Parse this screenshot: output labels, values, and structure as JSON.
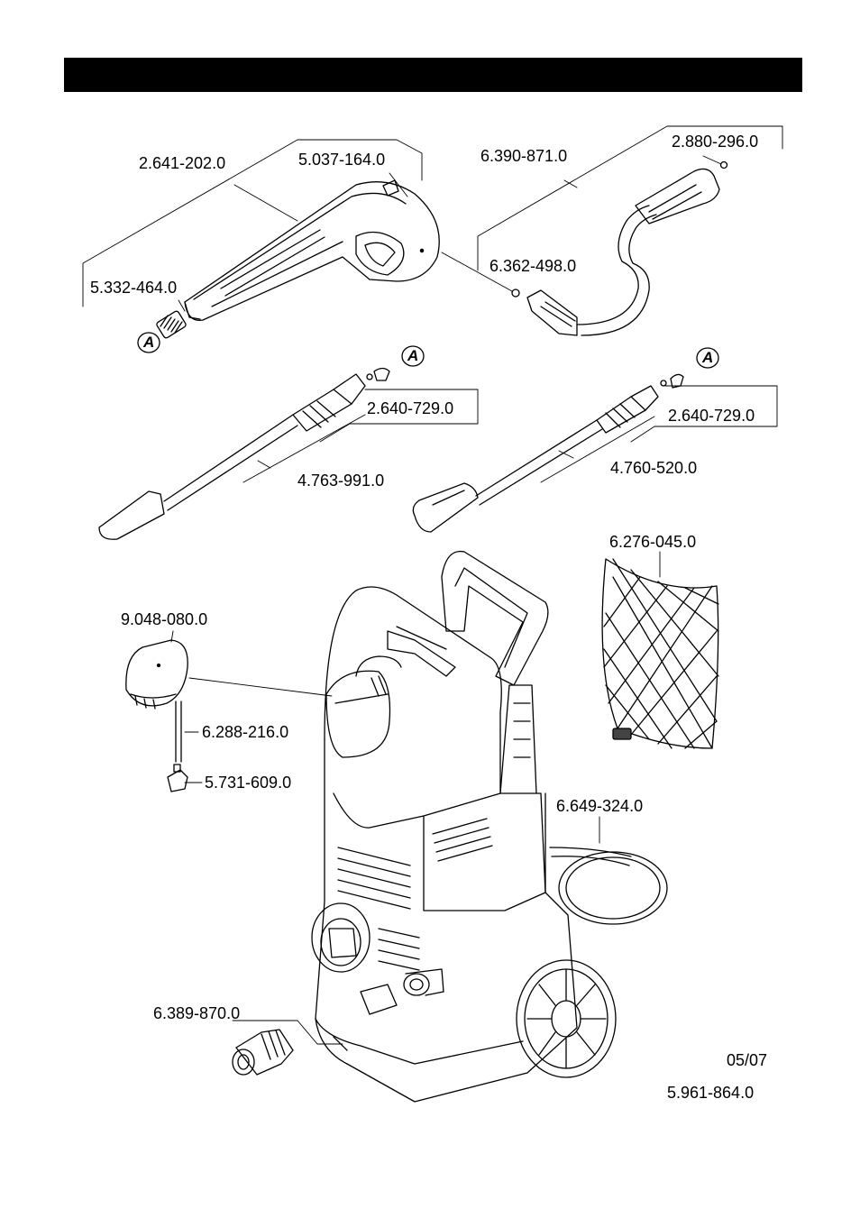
{
  "colors": {
    "ink": "#000000",
    "paper": "#ffffff"
  },
  "parts": [
    {
      "id": "2.641-202.0"
    },
    {
      "id": "5.037-164.0"
    },
    {
      "id": "6.390-871.0"
    },
    {
      "id": "2.880-296.0"
    },
    {
      "id": "6.362-498.0"
    },
    {
      "id": "5.332-464.0"
    },
    {
      "id": "2.640-729.0"
    },
    {
      "id": "4.763-991.0"
    },
    {
      "id": "2.640-729.0"
    },
    {
      "id": "4.760-520.0"
    },
    {
      "id": "6.276-045.0"
    },
    {
      "id": "9.048-080.0"
    },
    {
      "id": "6.288-216.0"
    },
    {
      "id": "5.731-609.0"
    },
    {
      "id": "6.649-324.0"
    },
    {
      "id": "6.389-870.0"
    }
  ],
  "detail_marker": "A",
  "footer": {
    "date": "05/07",
    "doc_number": "5.961-864.0"
  }
}
